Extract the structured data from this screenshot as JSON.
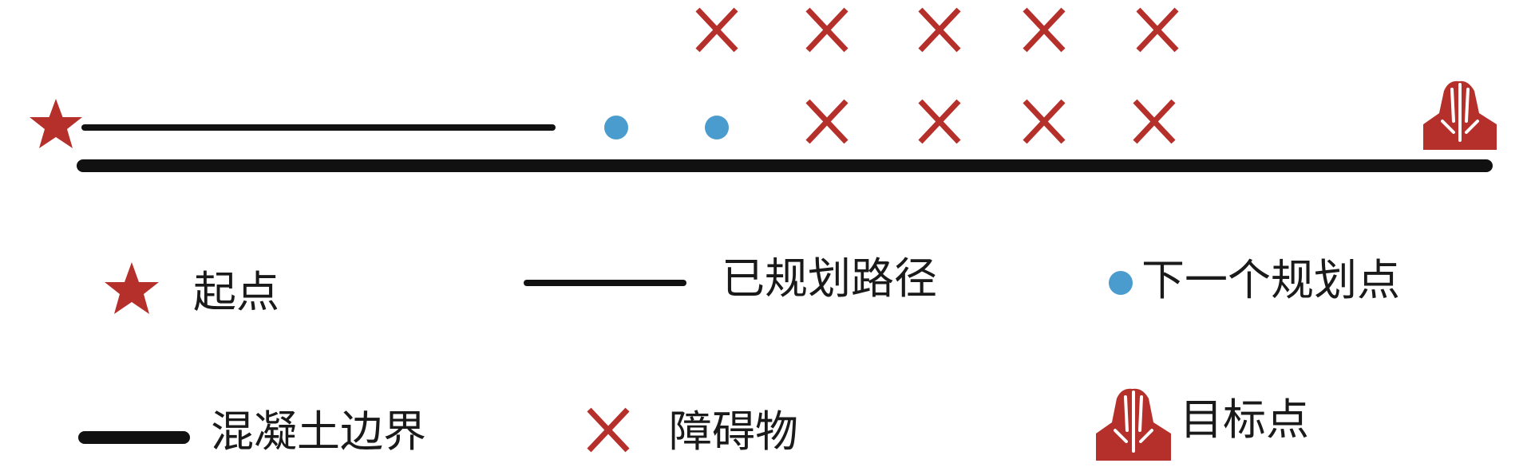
{
  "colors": {
    "obstacle": "#b5302b",
    "start": "#b5302b",
    "goal": "#b5302b",
    "next_point": "#4a9ccf",
    "line": "#111111",
    "text": "#1a1a1a"
  },
  "icons": {
    "start": "star-icon",
    "goal": "praying-hands-icon",
    "obstacle": "cross-icon",
    "next_point": "dot-icon"
  },
  "legend": {
    "start": "起点",
    "planned_path": "已规划路径",
    "next_point": "下一个规划点",
    "concrete_boundary": "混凝土边界",
    "obstacle": "障碍物",
    "goal": "目标点"
  }
}
